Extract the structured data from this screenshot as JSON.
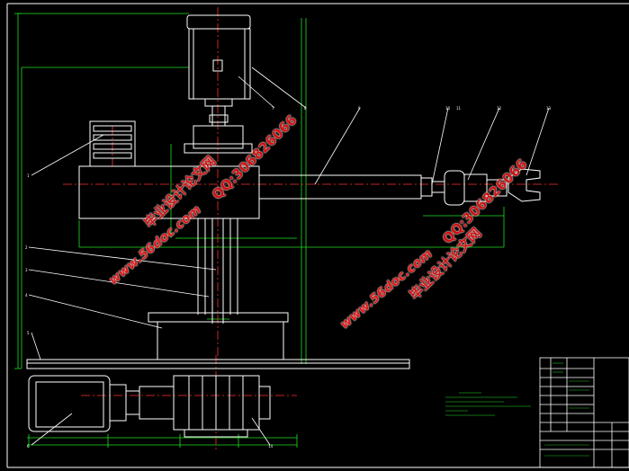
{
  "watermark": {
    "qq_1": "QQ:306826066",
    "brand_1": "毕业设计论文网",
    "site_1": "www.56doc.com",
    "qq_2": "QQ:306826066",
    "brand_2": "毕业设计论文网",
    "site_2": "www.56doc.com"
  },
  "colors": {
    "background": "#000000",
    "outline": "#ffffff",
    "dimension": "#20e020",
    "centerline": "#ff3030",
    "leader": "#ffffff",
    "title_block_text": "#20c020"
  },
  "balloons": [
    "1",
    "2",
    "3",
    "4",
    "5",
    "6",
    "7",
    "8",
    "9",
    "10",
    "11",
    "12",
    "13",
    "14"
  ],
  "title_block": {
    "label": "Title block",
    "rows": 10
  }
}
